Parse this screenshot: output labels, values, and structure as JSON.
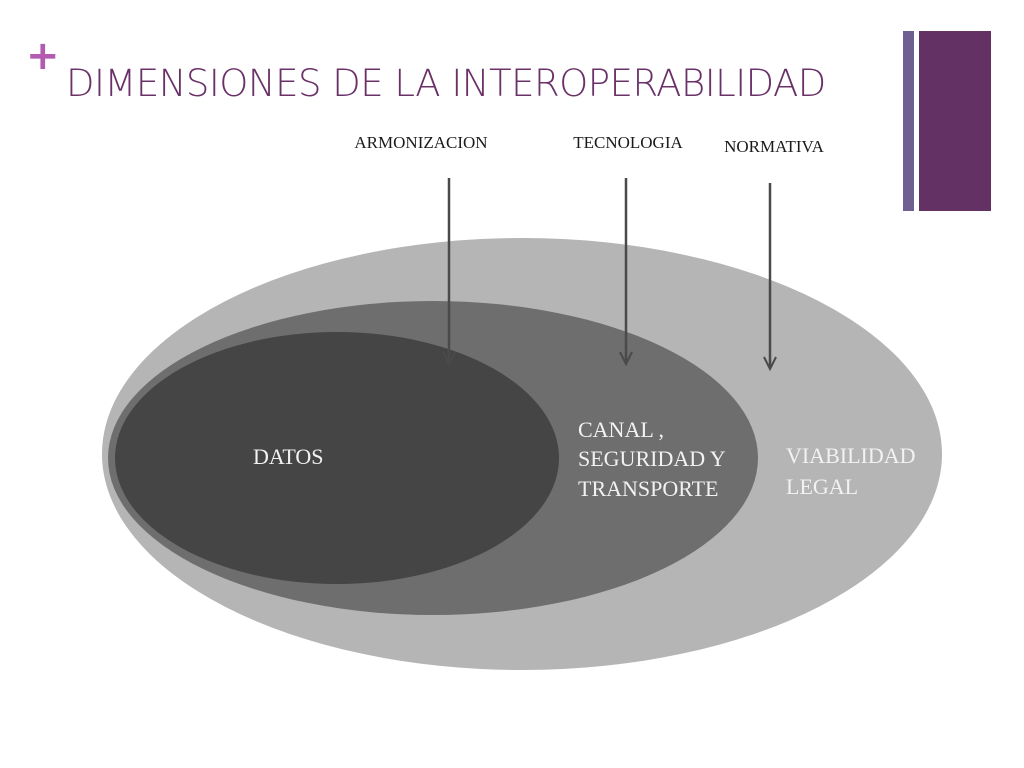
{
  "slide": {
    "marker": "+",
    "title": "DIMENSIONES DE LA INTEROPERABILIDAD"
  },
  "colors": {
    "title": "#6a3168",
    "marker": "#b35bb0",
    "accent_bar_thin": "#6f5e91",
    "accent_bar_thick": "#633163",
    "outer_ellipse": "#b5b5b5",
    "middle_ellipse": "#6e6e6e",
    "inner_ellipse": "#454545",
    "arrow": "#4a4a4a"
  },
  "diagram": {
    "dimensions": [
      {
        "label": "ARMONIZACION"
      },
      {
        "label": "TECNOLOGIA"
      },
      {
        "label": "NORMATIVA"
      }
    ],
    "rings": {
      "inner": {
        "label": "DATOS"
      },
      "middle": {
        "lines": [
          "CANAL ,",
          "SEGURIDAD Y",
          "TRANSPORTE"
        ]
      },
      "outer": {
        "lines": [
          "VIABILIDAD",
          "LEGAL"
        ]
      }
    }
  }
}
